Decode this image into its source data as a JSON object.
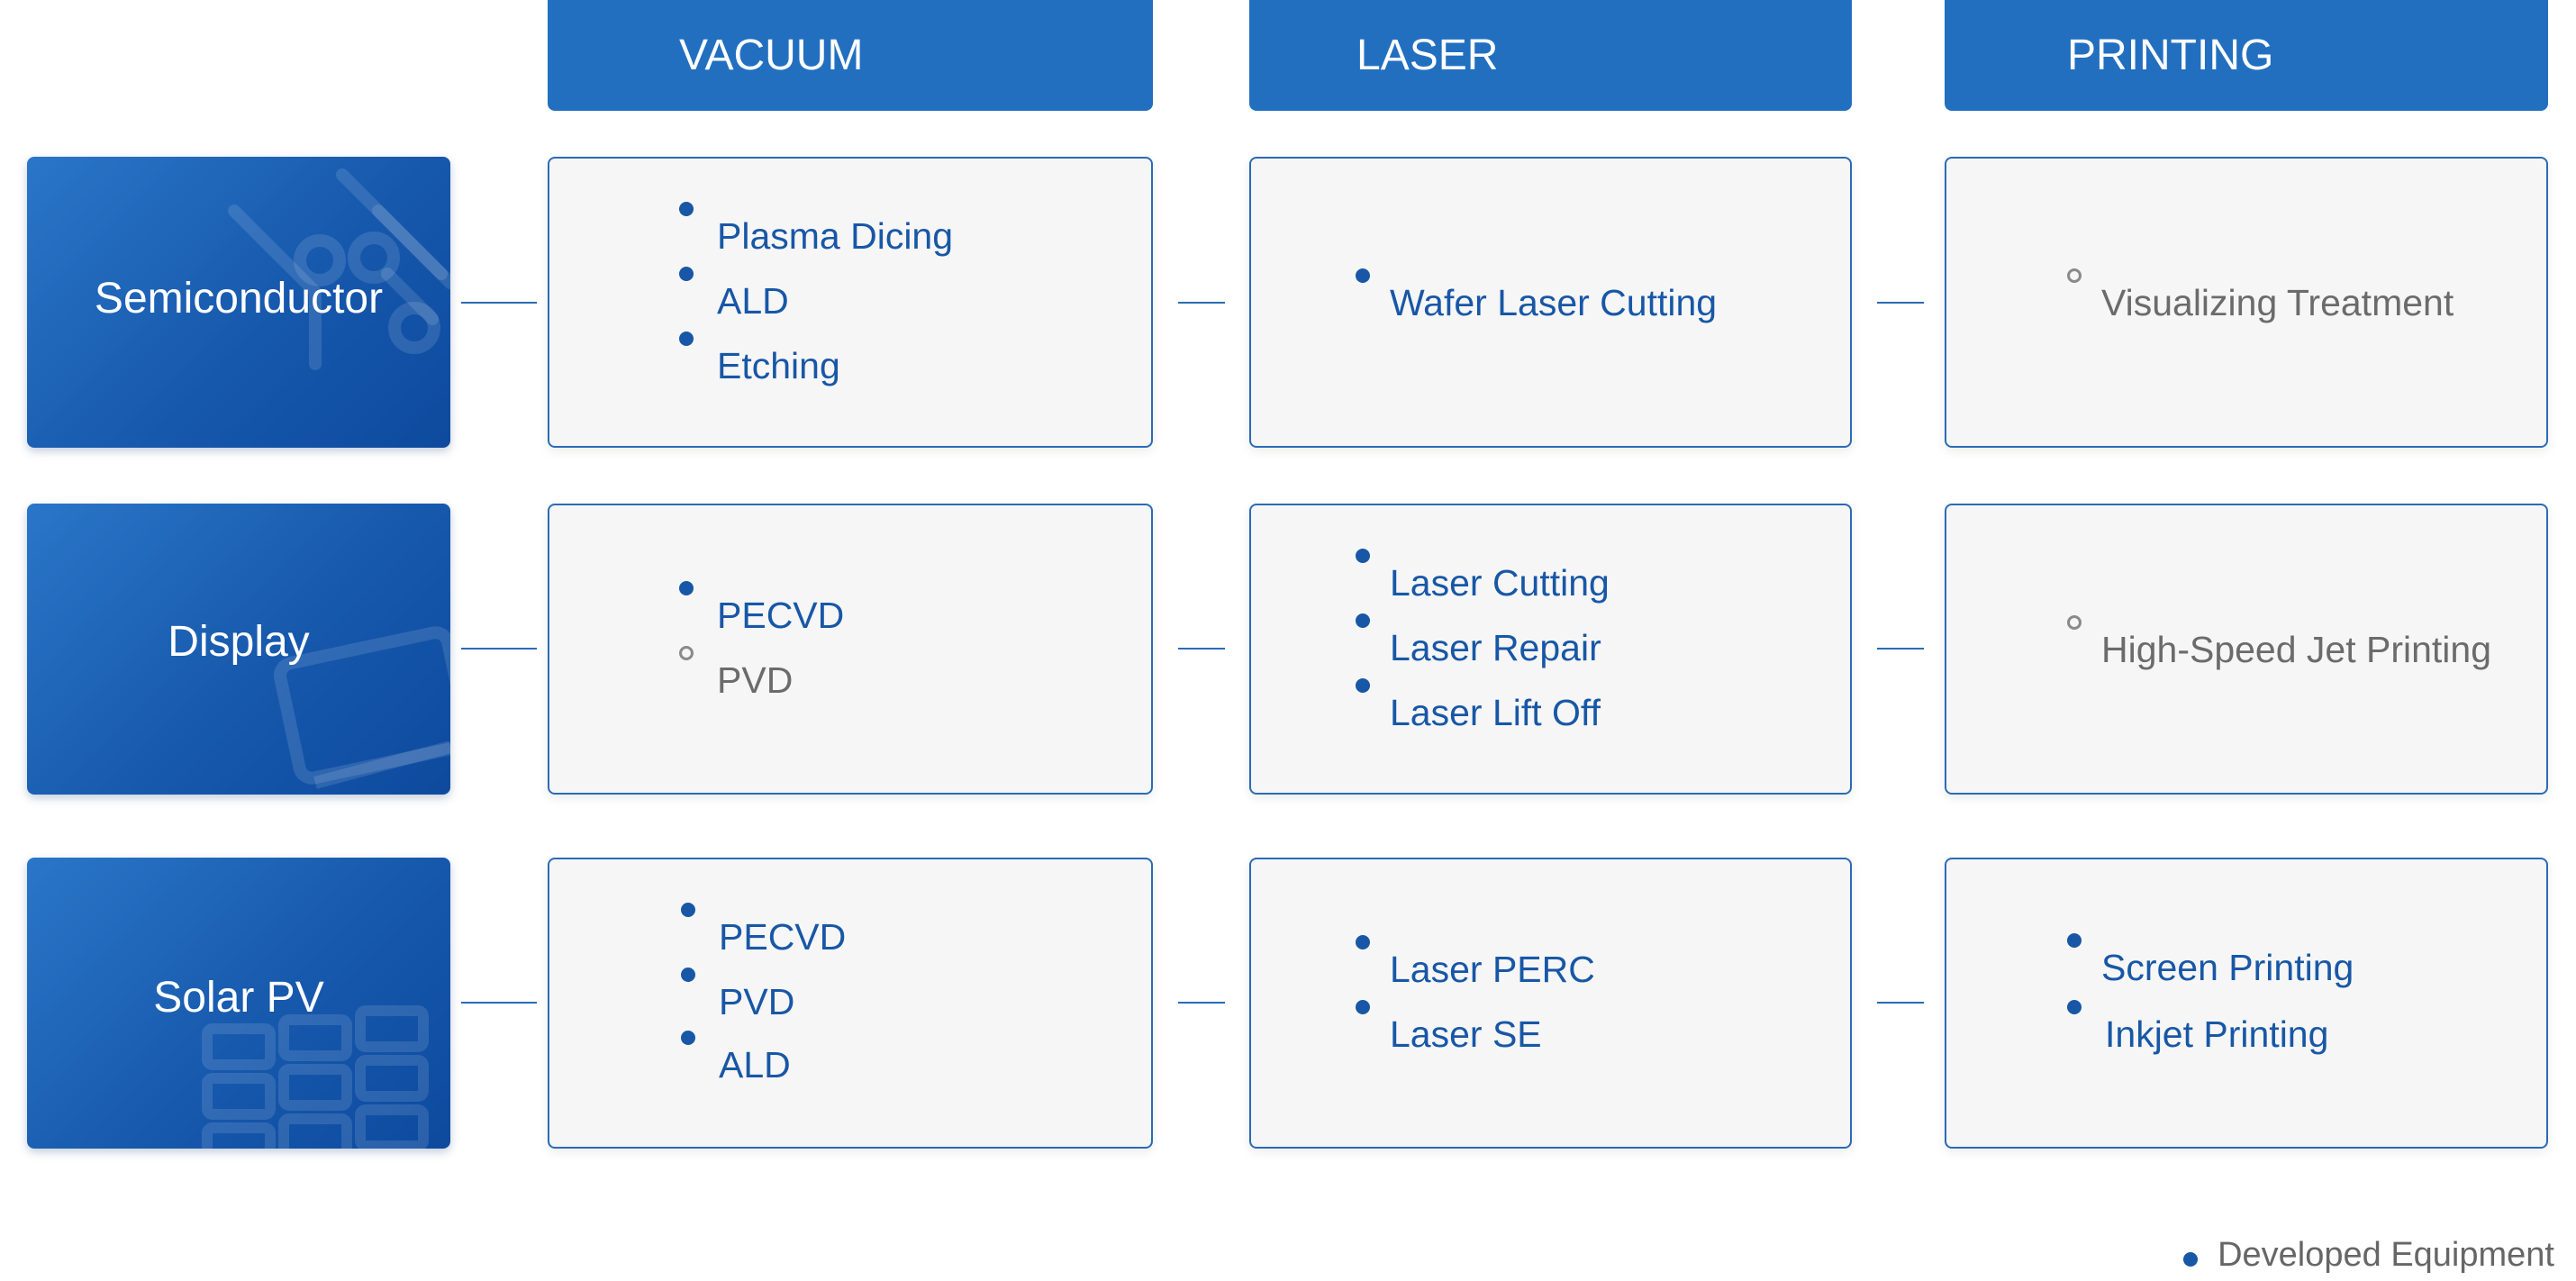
{
  "columns": [
    "VACUUM",
    "LASER",
    "PRINTING"
  ],
  "rows": [
    {
      "label": "Semiconductor",
      "cells": [
        [
          {
            "text": "Plasma Dicing",
            "status": "developed"
          },
          {
            "text": "ALD",
            "status": "developed"
          },
          {
            "text": "Etching",
            "status": "developed"
          }
        ],
        [
          {
            "text": "Wafer Laser Cutting",
            "status": "developed"
          }
        ],
        [
          {
            "text": "Visualizing Treatment",
            "status": "in-development"
          }
        ]
      ]
    },
    {
      "label": "Display",
      "cells": [
        [
          {
            "text": "PECVD",
            "status": "developed"
          },
          {
            "text": "PVD",
            "status": "in-development"
          }
        ],
        [
          {
            "text": "Laser Cutting",
            "status": "developed"
          },
          {
            "text": "Laser Repair",
            "status": "developed"
          },
          {
            "text": "Laser Lift Off",
            "status": "developed"
          }
        ],
        [
          {
            "text": "High-Speed Jet Printing",
            "status": "in-development"
          }
        ]
      ]
    },
    {
      "label": "Solar PV",
      "cells": [
        [
          {
            "text": "PECVD",
            "status": "developed"
          },
          {
            "text": "PVD",
            "status": "developed"
          },
          {
            "text": "ALD",
            "status": "developed"
          }
        ],
        [
          {
            "text": "Laser PERC",
            "status": "developed"
          },
          {
            "text": "Laser SE",
            "status": "developed"
          }
        ],
        [
          {
            "text": "Screen Printing",
            "status": "developed"
          },
          {
            "text": "Inkjet Printing",
            "status": "developed"
          }
        ]
      ]
    }
  ],
  "legend": {
    "developed": "Developed Equipment"
  },
  "colors": {
    "header": "#226fc0",
    "developed": "#1857a6",
    "in_development": "#6b6b6b",
    "border": "#2b6bb5"
  }
}
